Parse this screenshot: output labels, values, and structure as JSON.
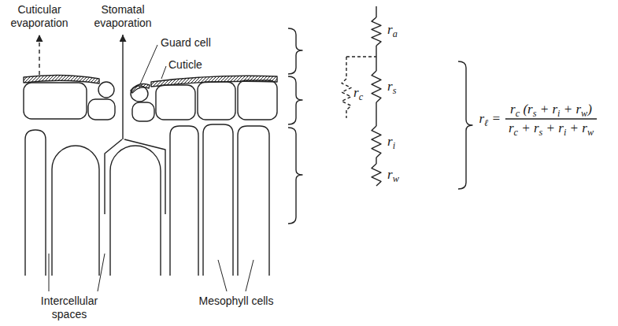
{
  "diagram": {
    "labels": [
      "Cuticular evaporation",
      "Stomatal evaporation",
      "Guard cell",
      "Cuticle",
      "Intercellular spaces",
      "Mesophyll cells",
      "ra",
      "rc",
      "rs",
      "ri",
      "rw",
      "rℓ =",
      "rc (rs + ri + rw)",
      "rc + rs + ri + rw"
    ]
  }
}
